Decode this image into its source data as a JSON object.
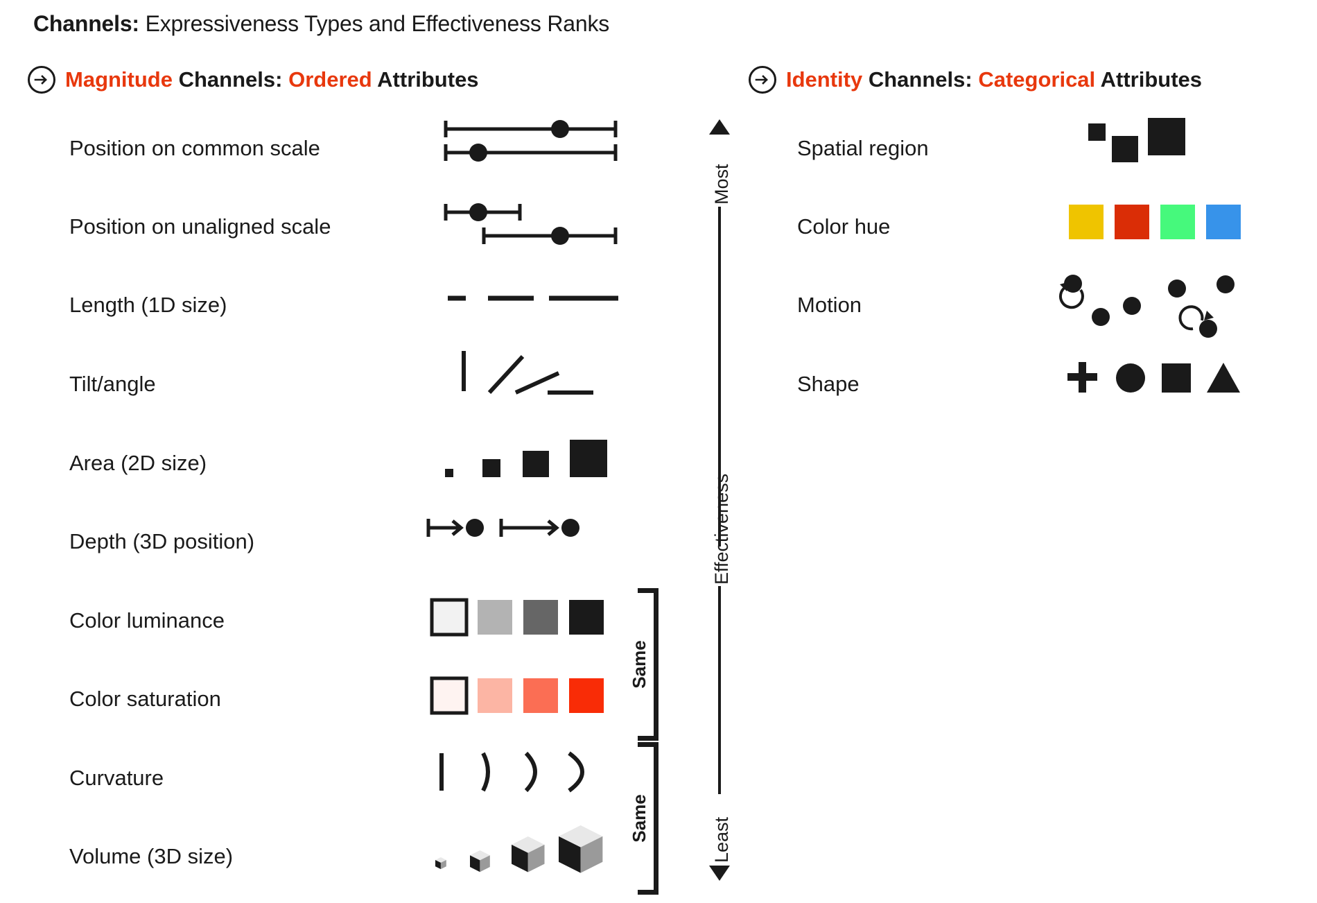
{
  "title": {
    "bold_part": "Channels:",
    "rest": " Expressiveness Types and Effectiveness Ranks"
  },
  "sections": [
    {
      "id": "magnitude",
      "icon": "arrow-right-circle-icon",
      "parts": [
        {
          "text": "Magnitude",
          "color": "#E8380D"
        },
        {
          "text": " Channels: ",
          "color": "#1a1a1a"
        },
        {
          "text": "Ordered",
          "color": "#E8380D"
        },
        {
          "text": " Attributes",
          "color": "#1a1a1a"
        }
      ],
      "rows": [
        {
          "label": "Position on common scale",
          "glyph": "position-common-scale"
        },
        {
          "label": "Position on unaligned scale",
          "glyph": "position-unaligned-scale"
        },
        {
          "label": "Length (1D size)",
          "glyph": "length-bars"
        },
        {
          "label": "Tilt/angle",
          "glyph": "tilt-lines"
        },
        {
          "label": "Area (2D size)",
          "glyph": "area-squares"
        },
        {
          "label": "Depth (3D position)",
          "glyph": "depth-arrows"
        },
        {
          "label": "Color luminance",
          "glyph": "luminance-swatches"
        },
        {
          "label": "Color saturation",
          "glyph": "saturation-swatches"
        },
        {
          "label": "Curvature",
          "glyph": "curvature-arcs"
        },
        {
          "label": "Volume (3D size)",
          "glyph": "volume-cubes"
        }
      ]
    },
    {
      "id": "identity",
      "icon": "arrow-right-circle-icon",
      "parts": [
        {
          "text": "Identity",
          "color": "#E8380D"
        },
        {
          "text": " Channels: ",
          "color": "#1a1a1a"
        },
        {
          "text": "Categorical",
          "color": "#E8380D"
        },
        {
          "text": " Attributes",
          "color": "#1a1a1a"
        }
      ],
      "rows": [
        {
          "label": "Spatial region",
          "glyph": "spatial-region-squares"
        },
        {
          "label": "Color hue",
          "glyph": "hue-swatches"
        },
        {
          "label": "Motion",
          "glyph": "motion-dots"
        },
        {
          "label": "Shape",
          "glyph": "shape-glyphs"
        }
      ]
    }
  ],
  "axis": {
    "name": "Effectiveness",
    "top_label": "Most",
    "bottom_label": "Least",
    "top_marker": "triangle-up-icon",
    "bottom_marker": "triangle-down-icon"
  },
  "brackets": [
    {
      "label": "Same",
      "groups": [
        "Color luminance",
        "Color saturation"
      ]
    },
    {
      "label": "Same",
      "groups": [
        "Curvature",
        "Volume (3D size)"
      ]
    }
  ],
  "chart_data": {
    "type": "table",
    "title": "Channels: Expressiveness Types and Effectiveness Ranks",
    "ylabel": "Effectiveness",
    "ylim": [
      "Least",
      "Most"
    ],
    "grid": false,
    "legend": "none",
    "series": [
      {
        "name": "Magnitude Channels: Ordered Attributes",
        "values": [
          {
            "rank": 1,
            "channel": "Position on common scale"
          },
          {
            "rank": 2,
            "channel": "Position on unaligned scale"
          },
          {
            "rank": 3,
            "channel": "Length (1D size)"
          },
          {
            "rank": 4,
            "channel": "Tilt/angle"
          },
          {
            "rank": 5,
            "channel": "Area (2D size)"
          },
          {
            "rank": 6,
            "channel": "Depth (3D position)"
          },
          {
            "rank": 7,
            "channel": "Color luminance"
          },
          {
            "rank": 7,
            "channel": "Color saturation"
          },
          {
            "rank": 9,
            "channel": "Curvature"
          },
          {
            "rank": 9,
            "channel": "Volume (3D size)"
          }
        ]
      },
      {
        "name": "Identity Channels: Categorical Attributes",
        "values": [
          {
            "rank": 1,
            "channel": "Spatial region"
          },
          {
            "rank": 2,
            "channel": "Color hue"
          },
          {
            "rank": 3,
            "channel": "Motion"
          },
          {
            "rank": 4,
            "channel": "Shape"
          }
        ]
      }
    ],
    "annotations": [
      "Same (Color luminance = Color saturation)",
      "Same (Curvature = Volume (3D size))"
    ]
  },
  "colors": {
    "accent": "#E8380D",
    "ink": "#1a1a1a",
    "luminance": [
      "#F2F2F2",
      "#B3B3B3",
      "#666666",
      "#1a1a1a"
    ],
    "saturation": [
      "#FEF3F1",
      "#FCB5A4",
      "#FB6E54",
      "#F92C06"
    ],
    "hue": [
      "#EFC400",
      "#DA2D06",
      "#46F97C",
      "#3793EA"
    ]
  }
}
